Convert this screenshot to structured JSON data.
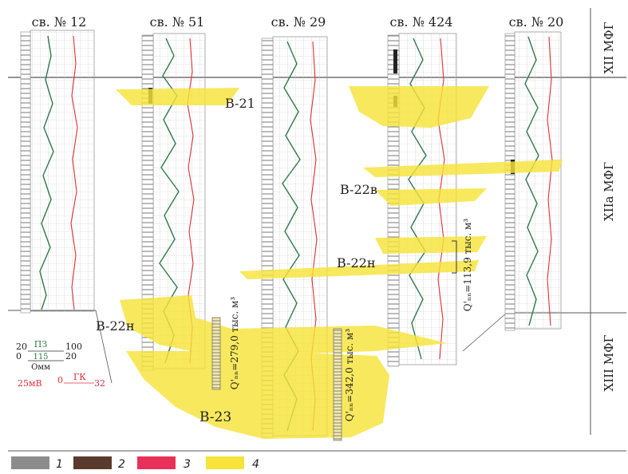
{
  "wells": [
    {
      "label": "св. № 12"
    },
    {
      "label": "св. № 51"
    },
    {
      "label": "св. № 29"
    },
    {
      "label": "св. № 424"
    },
    {
      "label": "св. № 20"
    }
  ],
  "formations": [
    {
      "label": "XII МФГ"
    },
    {
      "label": "XIIa МФГ"
    },
    {
      "label": "XIII МФГ"
    }
  ],
  "layers": {
    "b21": "B-21",
    "b22v": "B-22в",
    "b22n_right": "B-22н",
    "b22n_left": "B-22н",
    "b23": "B-23"
  },
  "reserves": {
    "r1": "Q'ₙₙ=279,0 тыс. м³",
    "r2": "Q'ₙₙ=342,0 тыс. м³",
    "r3": "Q'ₙₙ=113,9 тыс. м³"
  },
  "scale": {
    "left_top": "20",
    "right_top": "100",
    "left_mid": "0",
    "mid_num": "ПЗ",
    "mid_den": "115",
    "right_mid": "20",
    "unit": "Омм",
    "sp": "25мВ",
    "gk_left": "0",
    "gk": "ГК",
    "gk_right": "32"
  },
  "legend": [
    {
      "num": "1",
      "color": "#8c8c8c"
    },
    {
      "num": "2",
      "color": "#5a3a2c"
    },
    {
      "num": "3",
      "color": "#e8305a"
    },
    {
      "num": "4",
      "color": "#f7e33a"
    }
  ]
}
